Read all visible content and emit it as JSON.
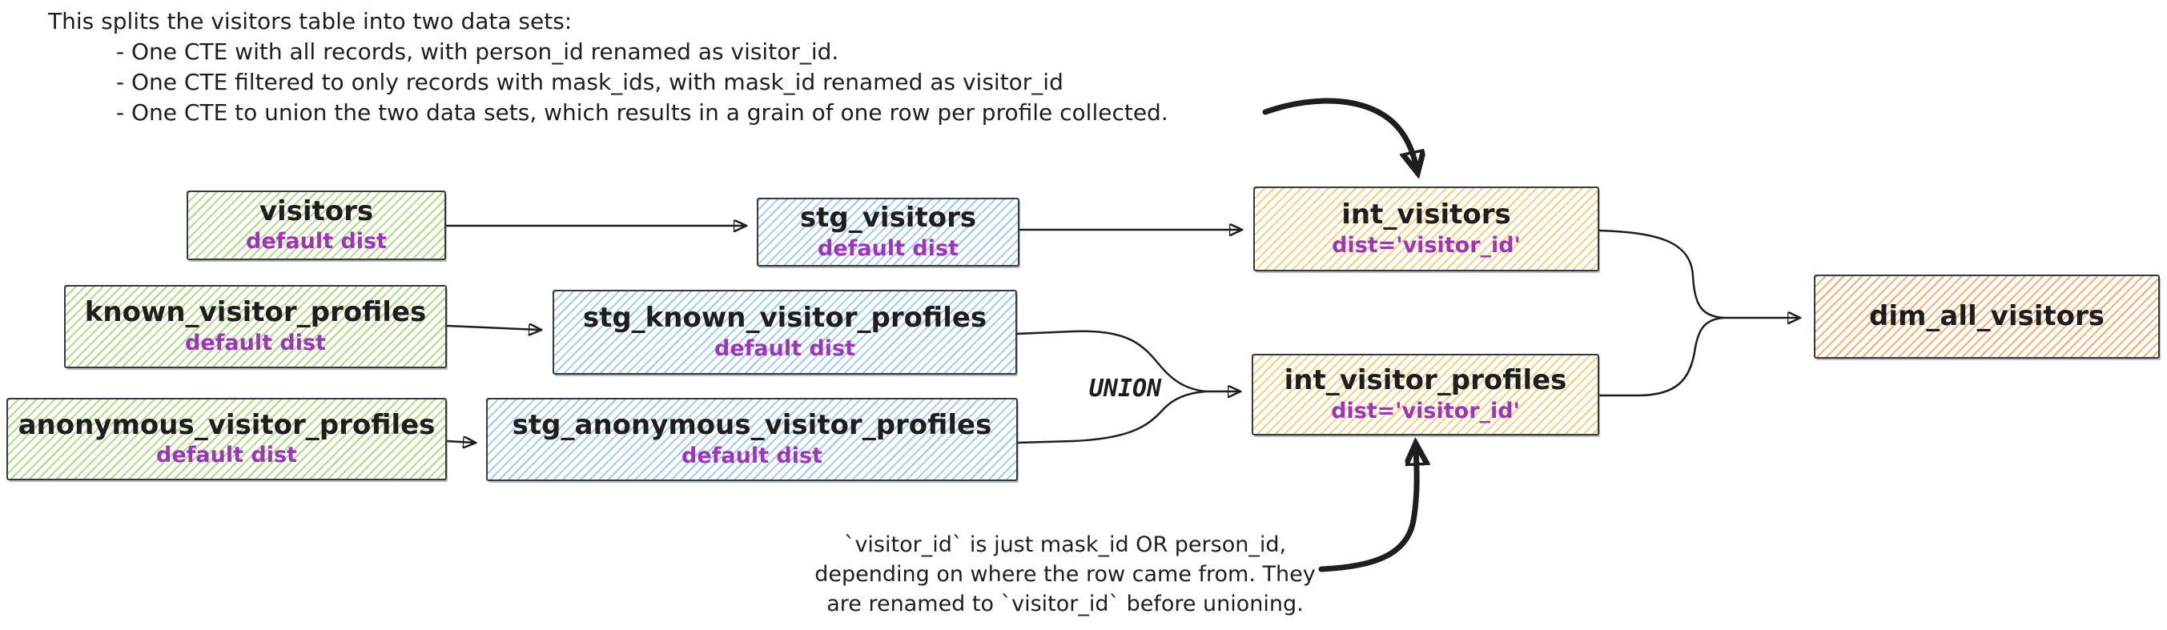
{
  "top_note": {
    "intro": "This splits the visitors table into two data sets:",
    "bullets": [
      "- One CTE with all records, with person_id renamed as visitor_id.",
      "- One CTE filtered to only records with mask_ids, with mask_id renamed as visitor_id",
      "- One CTE to union the two data sets, which results in a grain of one row per profile collected."
    ]
  },
  "bottom_note": {
    "lines": [
      "`visitor_id` is just mask_id OR person_id,",
      "depending on where the row came from. They",
      "are renamed to `visitor_id` before unioning."
    ]
  },
  "union_label": "UNION",
  "nodes": {
    "visitors": {
      "label": "visitors",
      "sublabel": "default dist"
    },
    "known_visitor_profiles": {
      "label": "known_visitor_profiles",
      "sublabel": "default dist"
    },
    "anonymous_visitor_profiles": {
      "label": "anonymous_visitor_profiles",
      "sublabel": "default dist"
    },
    "stg_visitors": {
      "label": "stg_visitors",
      "sublabel": "default dist"
    },
    "stg_known_visitor_profiles": {
      "label": "stg_known_visitor_profiles",
      "sublabel": "default dist"
    },
    "stg_anonymous_visitor_profiles": {
      "label": "stg_anonymous_visitor_profiles",
      "sublabel": "default dist"
    },
    "int_visitors": {
      "label": "int_visitors",
      "sublabel": "dist='visitor_id'"
    },
    "int_visitor_profiles": {
      "label": "int_visitor_profiles",
      "sublabel": "dist='visitor_id'"
    },
    "dim_all_visitors": {
      "label": "dim_all_visitors"
    }
  },
  "colors": {
    "green": {
      "hatch": "#b5dc8e"
    },
    "blue": {
      "hatch": "#a9cdf0"
    },
    "yellow": {
      "hatch": "#f6d288"
    },
    "orange": {
      "hatch": "#f6b37c"
    },
    "border": "#343a40",
    "subtitle_text": "#9c36b5",
    "body_text": "#1e1e1e",
    "arrow": "#1e1e1e"
  }
}
